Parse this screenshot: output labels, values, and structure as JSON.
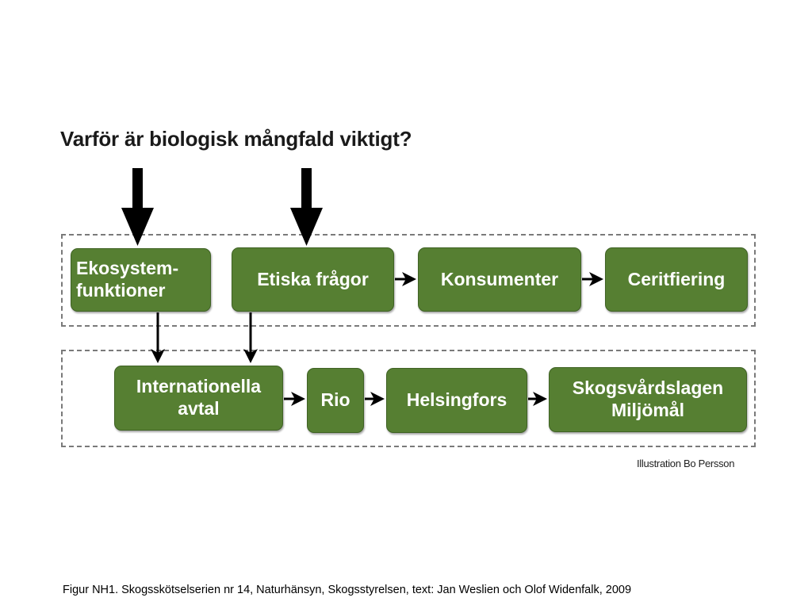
{
  "title": "Varför är biologisk mångfald viktigt?",
  "nodes": {
    "ekosystem": {
      "line1": "Ekosystem-",
      "line2": "funktioner"
    },
    "etiska": "Etiska frågor",
    "konsumenter": "Konsumenter",
    "certifiering": "Ceritfiering",
    "internationella": {
      "line1": "Internationella",
      "line2": "avtal"
    },
    "rio": "Rio",
    "helsingfors": "Helsingfors",
    "skogsvard": {
      "line1": "Skogsvårdslagen",
      "line2": "Miljömål"
    }
  },
  "credit": "Illustration Bo Persson",
  "caption": "Figur  NH1. Skogsskötselserien nr 14, Naturhänsyn, Skogsstyrelsen, text: Jan Weslien och Olof Widenfalk, 2009",
  "colors": {
    "node_fill": "#567f32",
    "node_text": "#ffffff",
    "arrow": "#000000",
    "dashed_border": "#7a7a7a"
  }
}
